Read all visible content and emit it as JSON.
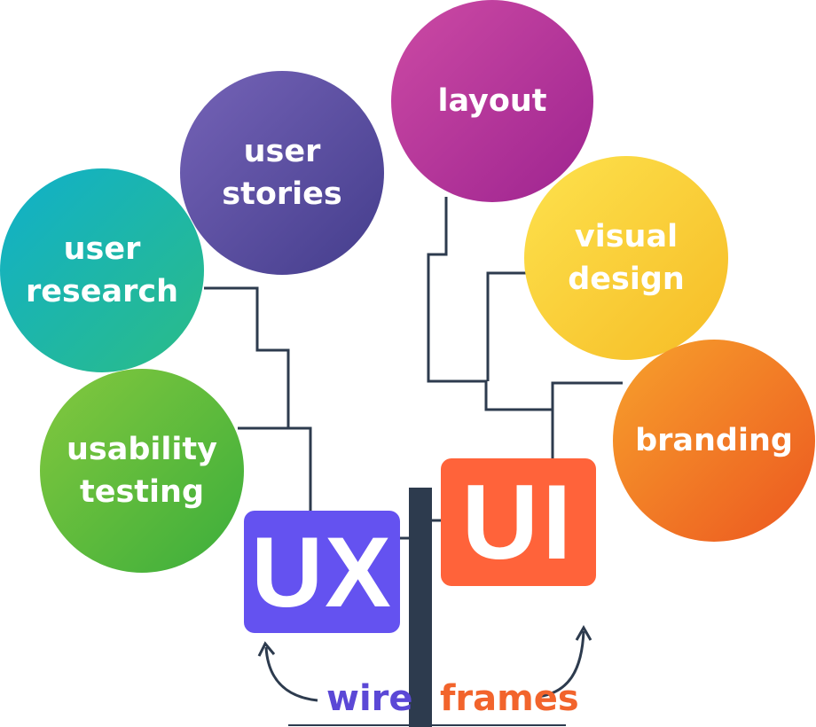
{
  "bubbles": {
    "user_stories": [
      "user",
      "stories"
    ],
    "user_research": [
      "user",
      "research"
    ],
    "usability_testing": [
      "usability",
      "testing"
    ],
    "layout": [
      "layout"
    ],
    "visual_design": [
      "visual",
      "design"
    ],
    "branding": [
      "branding"
    ]
  },
  "tiles": {
    "ux": "UX",
    "ui": "UI"
  },
  "captions": {
    "left": "wire",
    "right": "frames"
  },
  "colors": {
    "connector": "#2d3b4e",
    "pole": "#2d3b4e",
    "ux_tile": "#6452f0",
    "ui_tile": "#ff633a",
    "wire_text": "#5b48d6",
    "frames_text": "#f2642c"
  }
}
